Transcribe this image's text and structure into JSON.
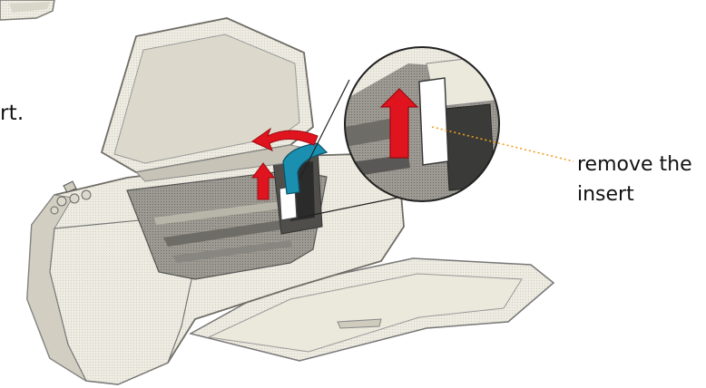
{
  "instruction_fragment": "rt.",
  "callout": {
    "line1": "remove the",
    "line2": "insert"
  },
  "colors": {
    "printer_body": "#ece9dd",
    "printer_shadow": "#b9b6a6",
    "dark_interior": "#5a5a58",
    "arrow_red": "#e0141e",
    "tab_blue": "#1a8fb0",
    "leader_orange": "#f0a020"
  },
  "icons": [
    "up-arrow-icon",
    "curved-arrow-icon",
    "magnifier-circle"
  ]
}
